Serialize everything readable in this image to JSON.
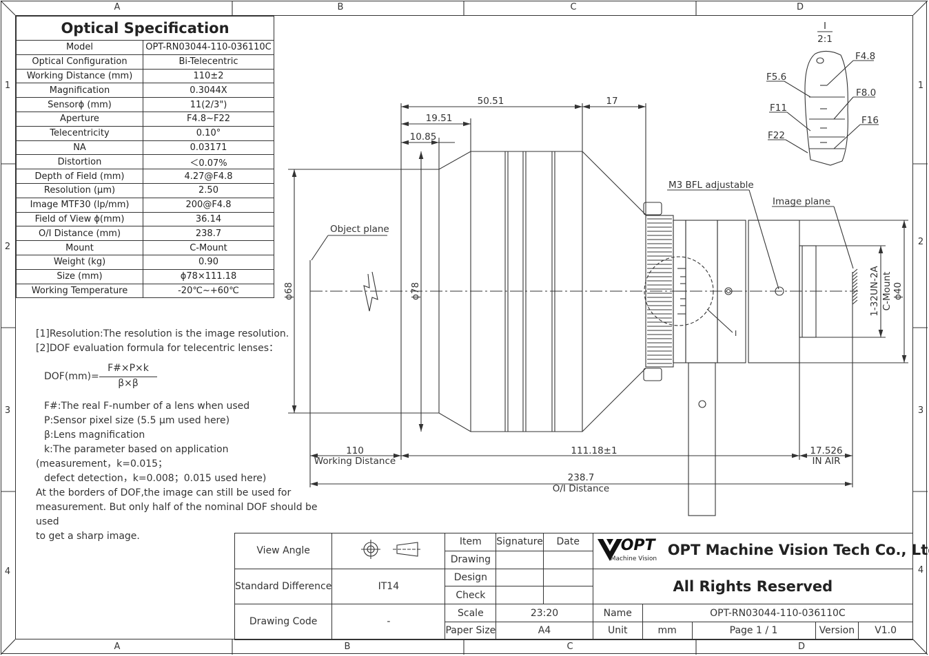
{
  "zones": {
    "cols": [
      "A",
      "B",
      "C",
      "D"
    ],
    "rows": [
      "1",
      "2",
      "3",
      "4"
    ]
  },
  "spec": {
    "title": "Optical Specification",
    "rows": [
      {
        "k": "Model",
        "v": "OPT-RN03044-110-036110C"
      },
      {
        "k": "Optical Configuration",
        "v": "Bi-Telecentric"
      },
      {
        "k": "Working Distance (mm)",
        "v": "110±2"
      },
      {
        "k": "Magnification",
        "v": "0.3044X"
      },
      {
        "k": "Sensorϕ (mm)",
        "v": "11(2/3\")"
      },
      {
        "k": "Aperture",
        "v": "F4.8~F22"
      },
      {
        "k": "Telecentricity",
        "v": "0.10°"
      },
      {
        "k": "NA",
        "v": "0.03171"
      },
      {
        "k": "Distortion",
        "v": "＜0.07%"
      },
      {
        "k": "Depth of Field (mm)",
        "v": "4.27@F4.8"
      },
      {
        "k": "Resolution (μm)",
        "v": "2.50"
      },
      {
        "k": "Image MTF30 (lp/mm)",
        "v": "200@F4.8"
      },
      {
        "k": "Field of View ϕ(mm)",
        "v": "36.14"
      },
      {
        "k": "O/I Distance (mm)",
        "v": "238.7"
      },
      {
        "k": "Mount",
        "v": "C-Mount"
      },
      {
        "k": "Weight (kg)",
        "v": "0.90"
      },
      {
        "k": "Size (mm)",
        "v": "ϕ78×111.18"
      },
      {
        "k": "Working Temperature",
        "v": "-20℃~+60℃"
      }
    ]
  },
  "notes": {
    "l1": "[1]Resolution:The resolution is  the image resolution.",
    "l2": "[2]DOF evaluation formula for telecentric lenses：",
    "formula_lhs": "DOF(mm)=",
    "formula_num": "F#×P×k",
    "formula_den": "β×β",
    "l3": "F#:The real F-number of a lens when used",
    "l4": "P:Sensor pixel size (5.5 μm used here)",
    "l5": "β:Lens magnification",
    "l6": "k:The parameter based on application",
    "l7": "(measurement，k=0.015；",
    "l8": "defect detection，k=0.008；0.015 used here)",
    "l9": "At the borders of DOF,the image can still be used for",
    "l10": "measurement. But only half of the nominal DOF should be used",
    "l11": "to get a sharp image."
  },
  "drawing": {
    "dim_50_51": "50.51",
    "dim_17": "17",
    "dim_19_51": "19.51",
    "dim_10_85": "10.85",
    "dia_68": "ϕ68",
    "dia_78": "ϕ78",
    "dia_40": "ϕ40",
    "thread": "1-32UN-2A",
    "cmount": "C-Mount",
    "object_plane": "Object plane",
    "image_plane": "Image plane",
    "bfl": "M3 BFL adjustable",
    "wd_val": "110",
    "wd_label": "Working Distance",
    "len_val": "111.18±1",
    "air_val": "17.526",
    "air_label": "IN AIR",
    "oi_val": "238.7",
    "oi_label": "O/I Distance",
    "detail_label": "I",
    "detail_scale": "2:1",
    "ring_mark": "I",
    "f_stops": [
      "F4.8",
      "F5.6",
      "F8.0",
      "F11",
      "F16",
      "F22"
    ]
  },
  "titleblock": {
    "view_angle": "View Angle",
    "std_diff": "Standard Difference",
    "std_val": "IT14",
    "drawing_code": "Drawing Code",
    "code_val": "-",
    "item": "Item",
    "signature": "Signature",
    "date": "Date",
    "drawing": "Drawing",
    "design": "Design",
    "check": "Check",
    "scale": "Scale",
    "scale_val": "23:20",
    "paper": "Paper Size",
    "paper_val": "A4",
    "logo": "OPT",
    "logo_sub": "Machine Vision",
    "company": "OPT Machine Vision Tech Co., Ltd.",
    "rights": "All Rights Reserved",
    "name": "Name",
    "name_val": "OPT-RN03044-110-036110C",
    "unit": "Unit",
    "unit_val": "mm",
    "page": "Page  1 / 1",
    "version": "Version",
    "version_val": "V1.0"
  }
}
